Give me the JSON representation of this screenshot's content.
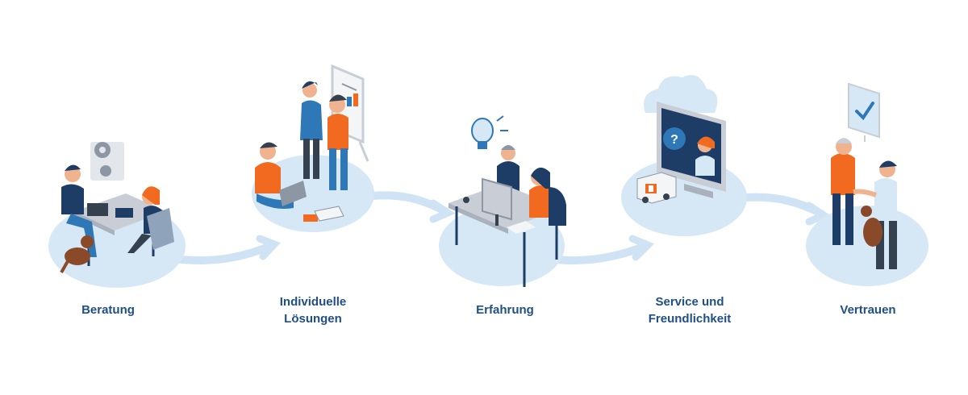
{
  "steps": [
    {
      "label": "Beratung",
      "icon": "consultation-illustration"
    },
    {
      "label": "Individuelle\nLösungen",
      "icon": "whiteboard-team-illustration"
    },
    {
      "label": "Erfahrung",
      "icon": "desk-experience-illustration"
    },
    {
      "label": "Service und\nFreundlichkeit",
      "icon": "cloud-support-monitor-illustration"
    },
    {
      "label": "Vertrauen",
      "icon": "handshake-trust-illustration"
    }
  ],
  "colors": {
    "label_text": "#1f4f86",
    "disc": "#d6e8f6",
    "arrow": "#cfe3f4",
    "navy": "#1d3c66",
    "blue": "#2f78b8",
    "orange": "#f26a1f",
    "grey": "#c9ced6",
    "brown": "#8a4a2a"
  }
}
